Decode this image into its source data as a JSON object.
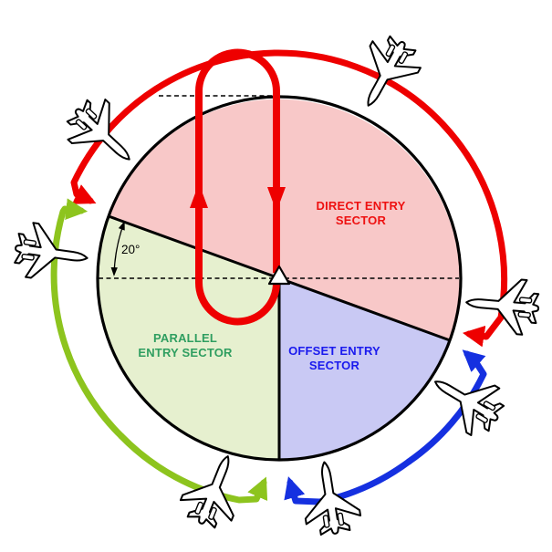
{
  "diagram": {
    "kind": "holding-pattern-entry-sectors",
    "angle_label": "20°",
    "aircraft_count": 7,
    "sectors": [
      {
        "id": "direct",
        "label": "DIRECT ENTRY SECTOR",
        "span_deg": 180,
        "fill": "#F8C8C8",
        "text_color": "#EE1111",
        "arrow_color": "#EE0000"
      },
      {
        "id": "parallel",
        "label": "PARALLEL ENTRY SECTOR",
        "span_deg": 110,
        "fill": "#E6F0CF",
        "text_color": "#2F9E60",
        "arrow_color": "#8DC41E"
      },
      {
        "id": "offset",
        "label": "OFFSET ENTRY SECTOR",
        "span_deg": 70,
        "fill": "#C9C9F4",
        "text_color": "#1A1AEE",
        "arrow_color": "#1530E0"
      }
    ]
  },
  "colors": {
    "holding_track": "#EE0000",
    "outline": "#000000",
    "fix_fill": "#FFFFFF"
  }
}
